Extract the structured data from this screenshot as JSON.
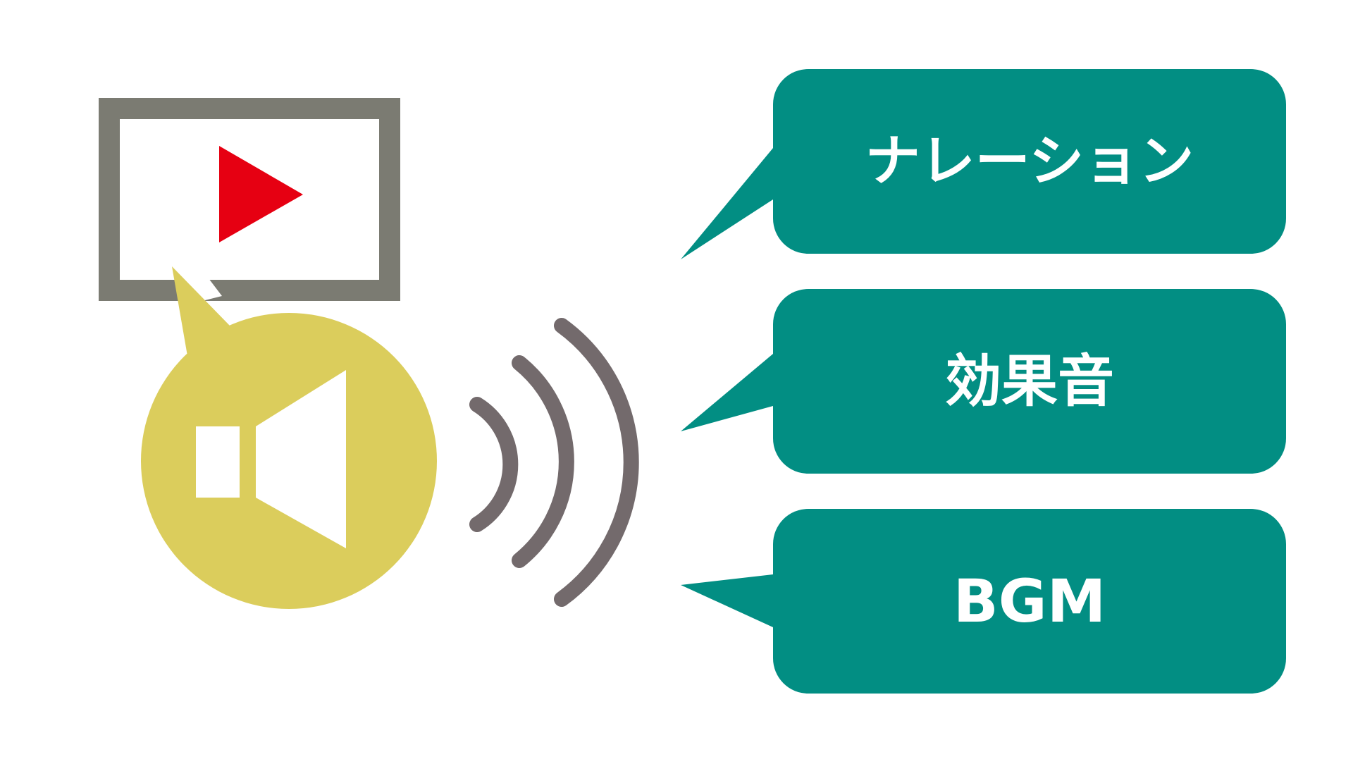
{
  "diagram": {
    "colors": {
      "background": "#ffffff",
      "screen_frame": "#7b7b72",
      "play_triangle": "#e60012",
      "speaker_circle": "#dbcd5c",
      "speaker_icon": "#ffffff",
      "sound_waves": "#736a6c",
      "label_boxes": "#028e83",
      "label_text": "#ffffff"
    },
    "icons": {
      "screen": "video-screen-icon",
      "play": "play-icon",
      "speaker": "speaker-icon",
      "waves": "sound-wave-icon"
    },
    "labels": [
      {
        "text": "ナレーション"
      },
      {
        "text": "効果音"
      },
      {
        "text": "BGM"
      }
    ]
  }
}
